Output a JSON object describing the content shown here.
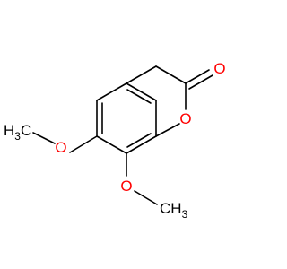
{
  "molecule": {
    "carbonyl_oxygen": "O",
    "ring_oxygen": "O",
    "methoxy_7": {
      "oxygen": "O",
      "methyl_main": "H",
      "methyl_sub": "3",
      "methyl_c": "C"
    },
    "methoxy_8": {
      "oxygen": "O",
      "methyl_c": "CH",
      "methyl_sub": "3"
    }
  },
  "colors": {
    "bond": "#000000",
    "oxygen": "#ff0000",
    "carbon_label": "#000000"
  }
}
